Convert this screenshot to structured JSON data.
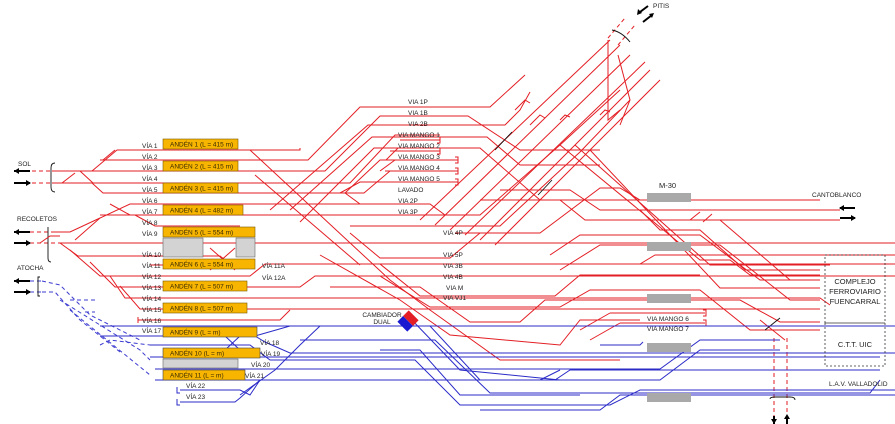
{
  "diagram": {
    "title": "Track layout — Chamartín station",
    "colors": {
      "conventional_track": "#e31e24",
      "high_speed_track": "#2b2bc8",
      "platform_fill": "#f7b500",
      "platform_empty_fill": "#d3d3d3",
      "structure_fill": "#a9a9a9"
    },
    "origins": {
      "sol": "SOL",
      "recoletos": "RECOLETOS",
      "atocha": "ATOCHA",
      "pitis": "PITIS",
      "cantoblanco": "CANTOBLANCO",
      "lav_valladolid": "L.A.V. VALLADOLID"
    },
    "facilities": {
      "complejo": [
        "COMPLEJO",
        "FERROVIARIO",
        "FUENCARRAL"
      ],
      "ctt_uic": "C.T.T. UIC",
      "cambiador": [
        "CAMBIADOR",
        "DUAL"
      ],
      "m30": "M-30"
    },
    "tracks_left": [
      "VÍA 1",
      "VÍA 2",
      "VÍA 3",
      "VÍA 4",
      "VÍA 5",
      "VÍA 6",
      "VÍA 7",
      "VÍA 8",
      "VÍA 9",
      "VÍA 10",
      "VÍA 11",
      "VÍA 12",
      "VÍA 13",
      "VÍA 14",
      "VÍA 15",
      "VÍA 16",
      "VÍA 17",
      "VÍA 18",
      "VÍA 19",
      "VÍA 20",
      "VÍA 21",
      "VÍA 22",
      "VÍA 23"
    ],
    "tracks_mid": {
      "via11a": "VÍA 11A",
      "via12a": "VÍA 12A"
    },
    "platforms": [
      "ANDÉN 1 (L = 415 m)",
      "ANDÉN 2 (L = 415 m)",
      "ANDÉN 3 (L = 415 m)",
      "ANDÉN 4 (L = 482 m)",
      "ANDÉN 5 (L = 554 m)",
      "ANDÉN 6 (L = 554 m)",
      "ANDÉN 7 (L = 507 m)",
      "ANDÉN 8 (L = 507 m)",
      "ANDÉN 9 (L =  m)",
      "ANDÉN 10 (L =  m)",
      "ANDÉN 11 (L =  m)"
    ],
    "tracks_right_upper": [
      "VIA 1P",
      "VIA 1B",
      "VIA 2B",
      "VIA MANGO 1",
      "VIA MANGO 2",
      "VIA MANGO 3",
      "VIA MANGO 4",
      "VIA MANGO 5",
      "LAVADO",
      "VIA 2P",
      "VIA 3P"
    ],
    "tracks_right_lower": [
      "VIA 4P",
      "VIA 5P",
      "VIA 3B",
      "VIA 4B",
      "VIA M",
      "VIA VJ1"
    ],
    "tracks_mango_low": [
      "VIA MANGO 6",
      "VIA MANGO 7"
    ]
  }
}
